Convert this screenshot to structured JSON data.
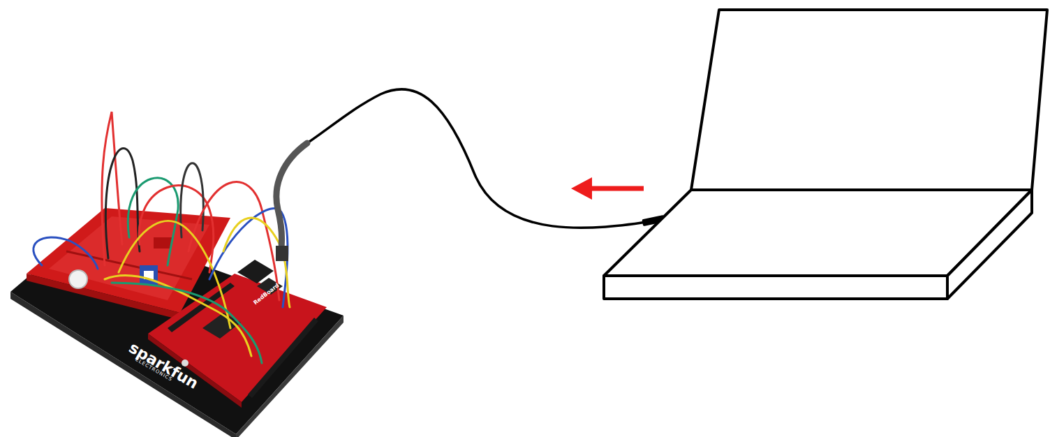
{
  "diagram": {
    "labels": [
      "sparkfun",
      "ELECTRONICS",
      "RedBoard"
    ]
  }
}
